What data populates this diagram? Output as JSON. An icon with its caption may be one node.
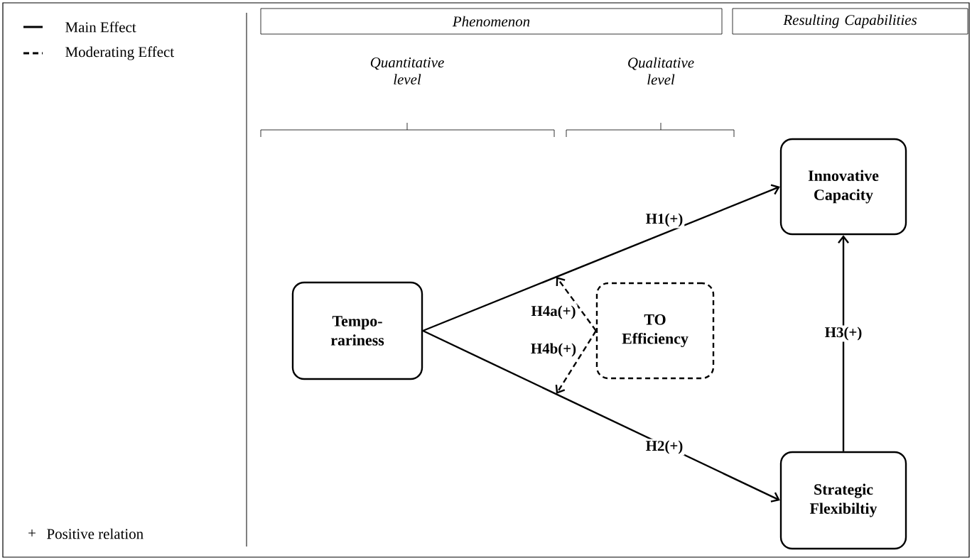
{
  "diagram": {
    "nodes": [
      {
        "text": [
          "Phenomenon"
        ]
      },
      {
        "text": [
          "Resulting Capabilities"
        ]
      },
      {
        "text": [
          "Tempo- rariness"
        ]
      },
      {
        "text": [
          "TO Efficiency"
        ]
      },
      {
        "text": [
          "Innovative Capacity"
        ]
      },
      {
        "text": [
          "Strategic Flexibiltiy"
        ]
      }
    ],
    "edges": [
      {
        "from": 2,
        "to": 4,
        "arrow": "to",
        "label": "H1(+)"
      },
      {
        "from": 2,
        "to": 5,
        "arrow": "to",
        "label": "H2(+)"
      },
      {
        "from": 5,
        "to": 4,
        "arrow": "to",
        "label": "H3(+)"
      },
      {
        "from": 3,
        "to": null,
        "arrow": "to",
        "label": "H4a(+)",
        "style": "dashed"
      },
      {
        "from": 3,
        "to": null,
        "arrow": "to",
        "label": "H4b(+)",
        "style": "dashed"
      }
    ],
    "labels": [
      "Quantitative level",
      "Qualitative level",
      "+",
      "Positive relation"
    ],
    "legend": [
      {
        "text": "Main Effect"
      },
      {
        "text": "Moderating Effect"
      }
    ]
  }
}
